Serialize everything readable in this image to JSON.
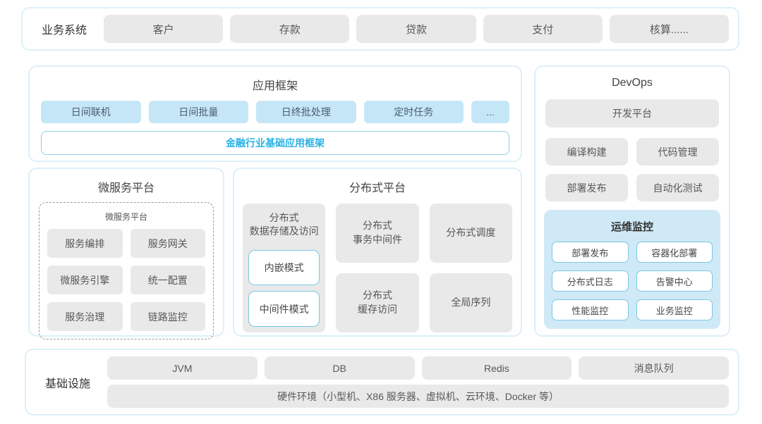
{
  "colors": {
    "panel_border": "#ddf0f8",
    "gray_button_bg": "#e9e9e9",
    "blue_button_bg": "#c5e6f7",
    "accent_text": "#29b2e5",
    "accent_box_border": "#8fd0e4",
    "monitor_panel_bg": "#cfe9f7",
    "white_button_border": "#7cc9e4",
    "title_text": "#424242"
  },
  "business": {
    "label": "业务系统",
    "items": [
      "客户",
      "存款",
      "贷款",
      "支付",
      "核算......"
    ]
  },
  "app_framework": {
    "title": "应用框架",
    "modules": [
      "日间联机",
      "日间批量",
      "日终批处理",
      "定时任务",
      "..."
    ],
    "base": "金融行业基础应用框架"
  },
  "devops": {
    "title": "DevOps",
    "platform": "开发平台",
    "tools": [
      "编译构建",
      "代码管理",
      "部署发布",
      "自动化测试"
    ],
    "monitoring": {
      "title": "运维监控",
      "items": [
        "部署发布",
        "容器化部署",
        "分布式日志",
        "告警中心",
        "性能监控",
        "业务监控"
      ]
    }
  },
  "microservice": {
    "title": "微服务平台",
    "inner_title": "微服务平台",
    "items": [
      "服务编排",
      "服务网关",
      "微服务引擎",
      "统一配置",
      "服务治理",
      "链路监控"
    ]
  },
  "distributed": {
    "title": "分布式平台",
    "storage": {
      "title": "分布式\n数据存储及访问",
      "modes": [
        "内嵌模式",
        "中间件模式"
      ]
    },
    "cards": [
      "分布式\n事务中间件",
      "分布式调度",
      "分布式\n缓存访问",
      "全局序列"
    ]
  },
  "infrastructure": {
    "label": "基础设施",
    "items": [
      "JVM",
      "DB",
      "Redis",
      "消息队列"
    ],
    "hardware": "硬件环境（小型机、X86 服务器、虚拟机、云环境、Docker 等）"
  }
}
